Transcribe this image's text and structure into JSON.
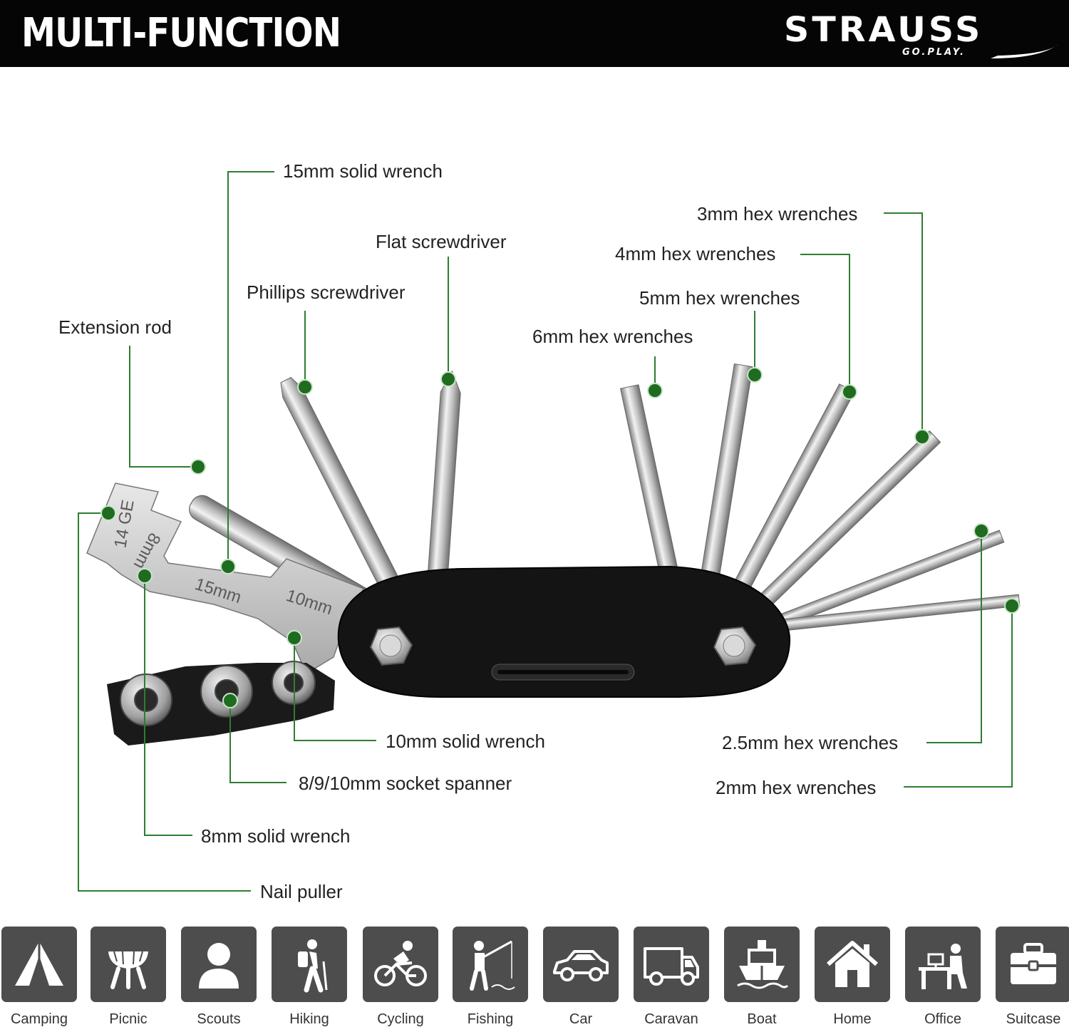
{
  "header": {
    "title": "MULTI-FUNCTION",
    "brand_name": "STRAUSS",
    "brand_tagline": "GO.PLAY."
  },
  "callouts": {
    "wrench15": "15mm solid wrench",
    "flat_screwdriver": "Flat screwdriver",
    "phillips": "Phillips screwdriver",
    "extension_rod": "Extension rod",
    "hex3": "3mm hex wrenches",
    "hex4": "4mm hex wrenches",
    "hex5": "5mm hex wrenches",
    "hex6": "6mm hex wrenches",
    "wrench10": "10mm solid wrench",
    "socket": "8/9/10mm socket spanner",
    "wrench8": "8mm solid wrench",
    "nail_puller": "Nail puller",
    "hex25": "2.5mm hex wrenches",
    "hex2": "2mm hex wrenches"
  },
  "engravings": {
    "ge": "14 GE",
    "mm8": "8mm",
    "mm15": "15mm",
    "mm10": "10mm"
  },
  "uses": [
    {
      "label": "Camping",
      "icon": "tent-icon"
    },
    {
      "label": "Picnic",
      "icon": "grill-icon"
    },
    {
      "label": "Scouts",
      "icon": "person-icon"
    },
    {
      "label": "Hiking",
      "icon": "hiker-icon"
    },
    {
      "label": "Cycling",
      "icon": "cyclist-icon"
    },
    {
      "label": "Fishing",
      "icon": "fisherman-icon"
    },
    {
      "label": "Car",
      "icon": "car-icon"
    },
    {
      "label": "Caravan",
      "icon": "van-icon"
    },
    {
      "label": "Boat",
      "icon": "boat-icon"
    },
    {
      "label": "Home",
      "icon": "house-icon"
    },
    {
      "label": "Office",
      "icon": "office-desk-icon"
    },
    {
      "label": "Suitcase",
      "icon": "suitcase-icon"
    }
  ],
  "colors": {
    "header_bg": "#050505",
    "marker_green": "#1f6b1f",
    "leader_green": "#2e7d32",
    "tile_gray": "#4d4d4d"
  }
}
